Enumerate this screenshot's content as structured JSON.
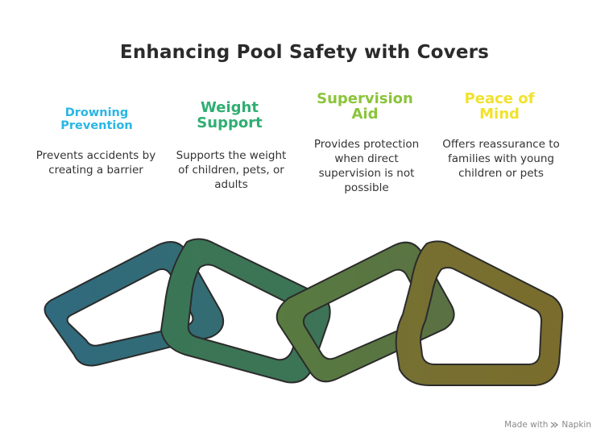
{
  "title": "Enhancing Pool Safety with Covers",
  "items": [
    {
      "heading": "Drowning Prevention",
      "description": "Prevents accidents by creating a barrier",
      "color": "#29b6e5"
    },
    {
      "heading": "Weight Support",
      "description": "Supports the weight of children, pets, or adults",
      "color": "#2fae72"
    },
    {
      "heading": "Supervision Aid",
      "description": "Provides protection when direct supervision is not possible",
      "color": "#8bc43a"
    },
    {
      "heading": "Peace of Mind",
      "description": "Offers reassurance to families with young children or pets",
      "color": "#f1e22c"
    }
  ],
  "chain": {
    "link_colors": [
      "#316a7a",
      "#3c7458",
      "#587540",
      "#776e2c"
    ],
    "outline_color": "#2b2b2b"
  },
  "footer": {
    "made_with": "Made with",
    "brand": "Napkin",
    "icon": "napkin-logo-icon"
  }
}
